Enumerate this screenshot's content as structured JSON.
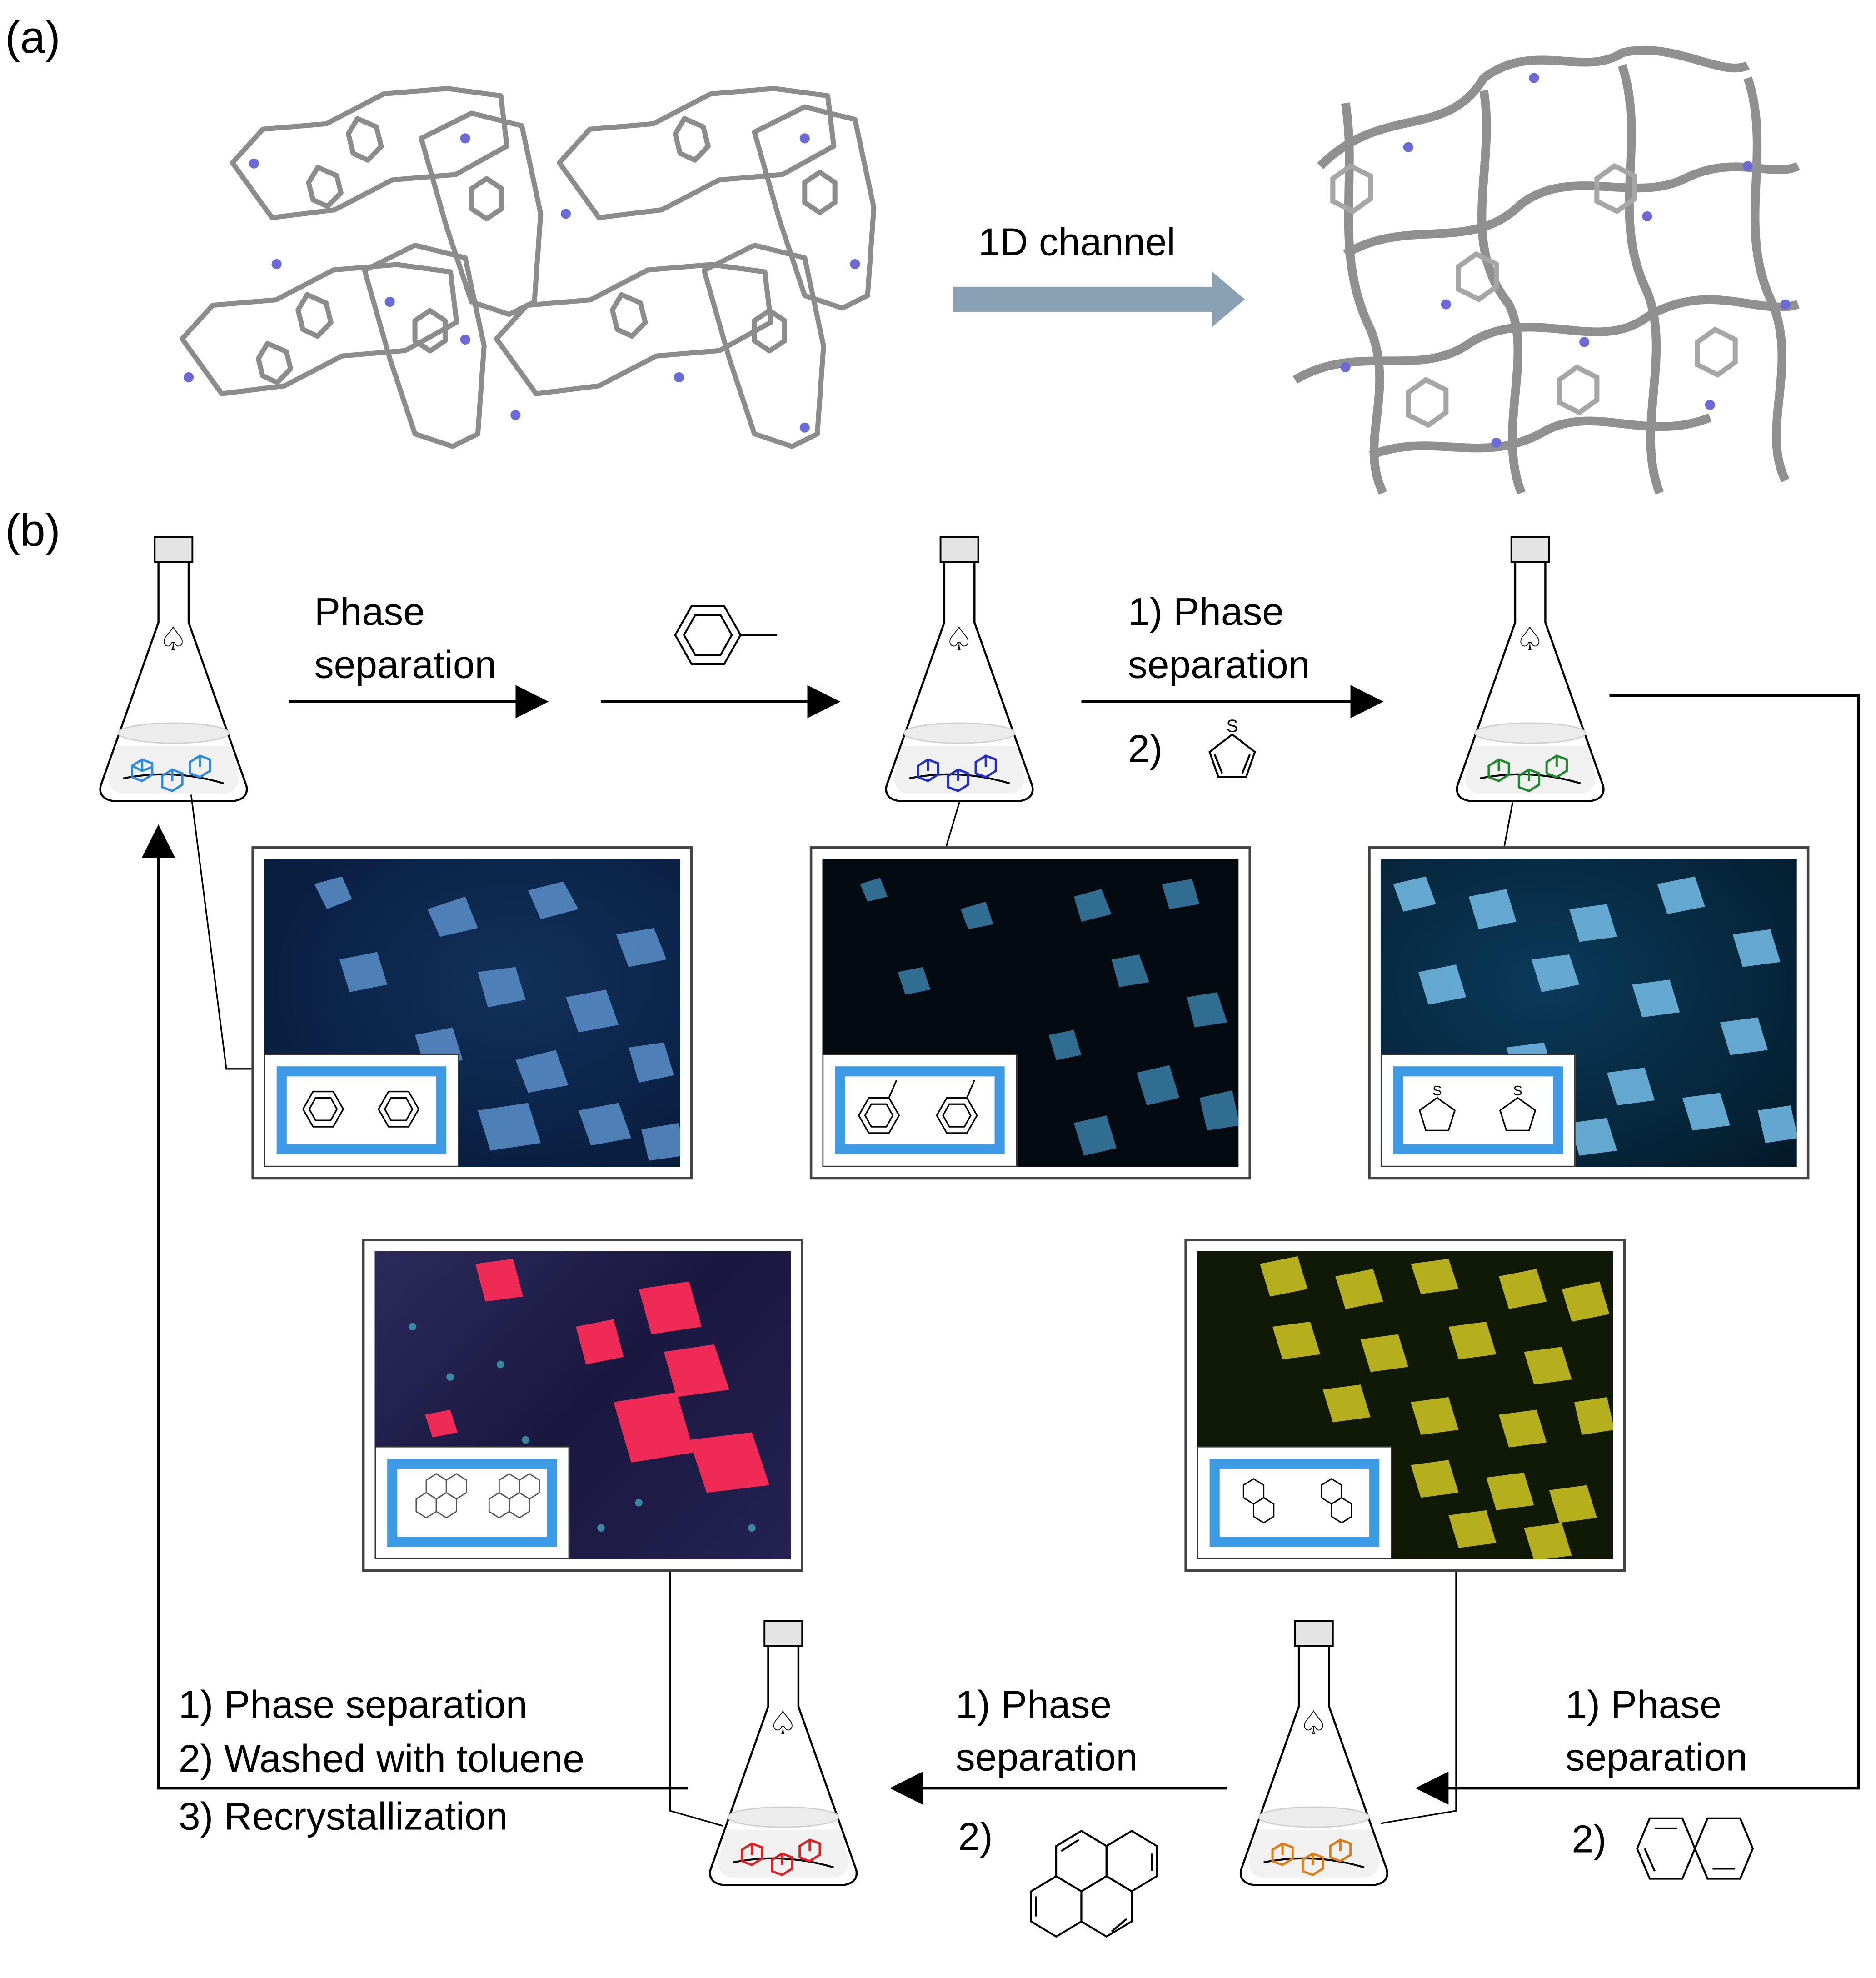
{
  "panels": {
    "a": {
      "label": "(a)",
      "arrow_label": "1D channel"
    },
    "b": {
      "label": "(b)"
    }
  },
  "steps": {
    "step1": {
      "line1": "Phase",
      "line2": "separation"
    },
    "step2": {
      "line1": "1) Phase",
      "line2": "separation",
      "line3": "2)"
    },
    "step3": {
      "line1": "1) Phase",
      "line2": "separation",
      "line3": "2)"
    },
    "step4": {
      "line1": "1) Phase",
      "line2": "separation",
      "line3": "2)"
    },
    "step5": {
      "line1": "1) Phase separation",
      "line2": "2) Washed with toluene",
      "line3": "3) Recrystallization"
    }
  },
  "flasks": {
    "stopper_symbol": "♤",
    "crystal_colors": [
      "#2b8be0",
      "#1f2fc8",
      "#1d8a2a",
      "#e27a12",
      "#e21f1f"
    ]
  },
  "photos": {
    "colors": {
      "benzene": "#5a8fc9",
      "toluene": "#3a7fa8",
      "thiophene": "#6fb6e0",
      "naphthalene": "#c8c020",
      "pyrene": "#ef2a55"
    },
    "inset_border": "#3f9ae6"
  },
  "molecules": {
    "thiophene_atom": "S",
    "guests": [
      "benzene",
      "toluene",
      "thiophene",
      "pyrene",
      "naphthalene"
    ]
  },
  "colors": {
    "arrow_a": "#8aa0b3",
    "nitrogen": "#6b6bd6",
    "carbon": "#8c8c8c"
  }
}
